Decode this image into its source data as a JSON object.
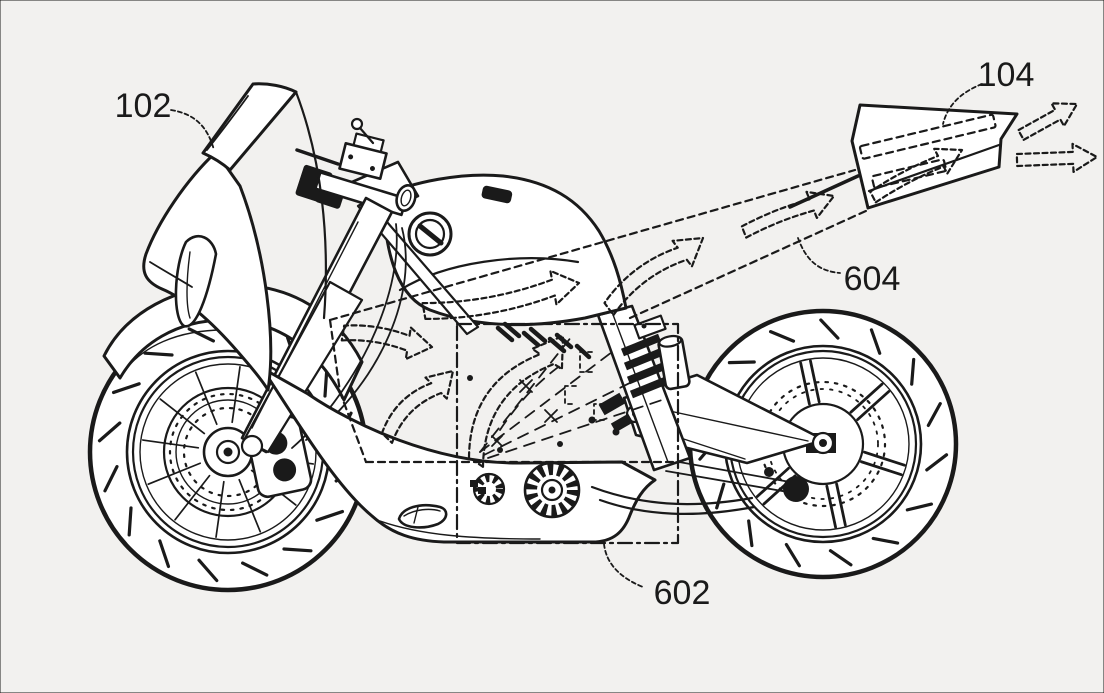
{
  "figure": {
    "kind": "patent line drawing",
    "subject": "sport motorcycle side view showing airflow routed through a hollow tail section",
    "background": "#f2f1ef",
    "ink": "#1a1a1a"
  },
  "labels": {
    "ref_102": "102",
    "ref_104": "104",
    "ref_604": "604",
    "ref_602": "602"
  }
}
